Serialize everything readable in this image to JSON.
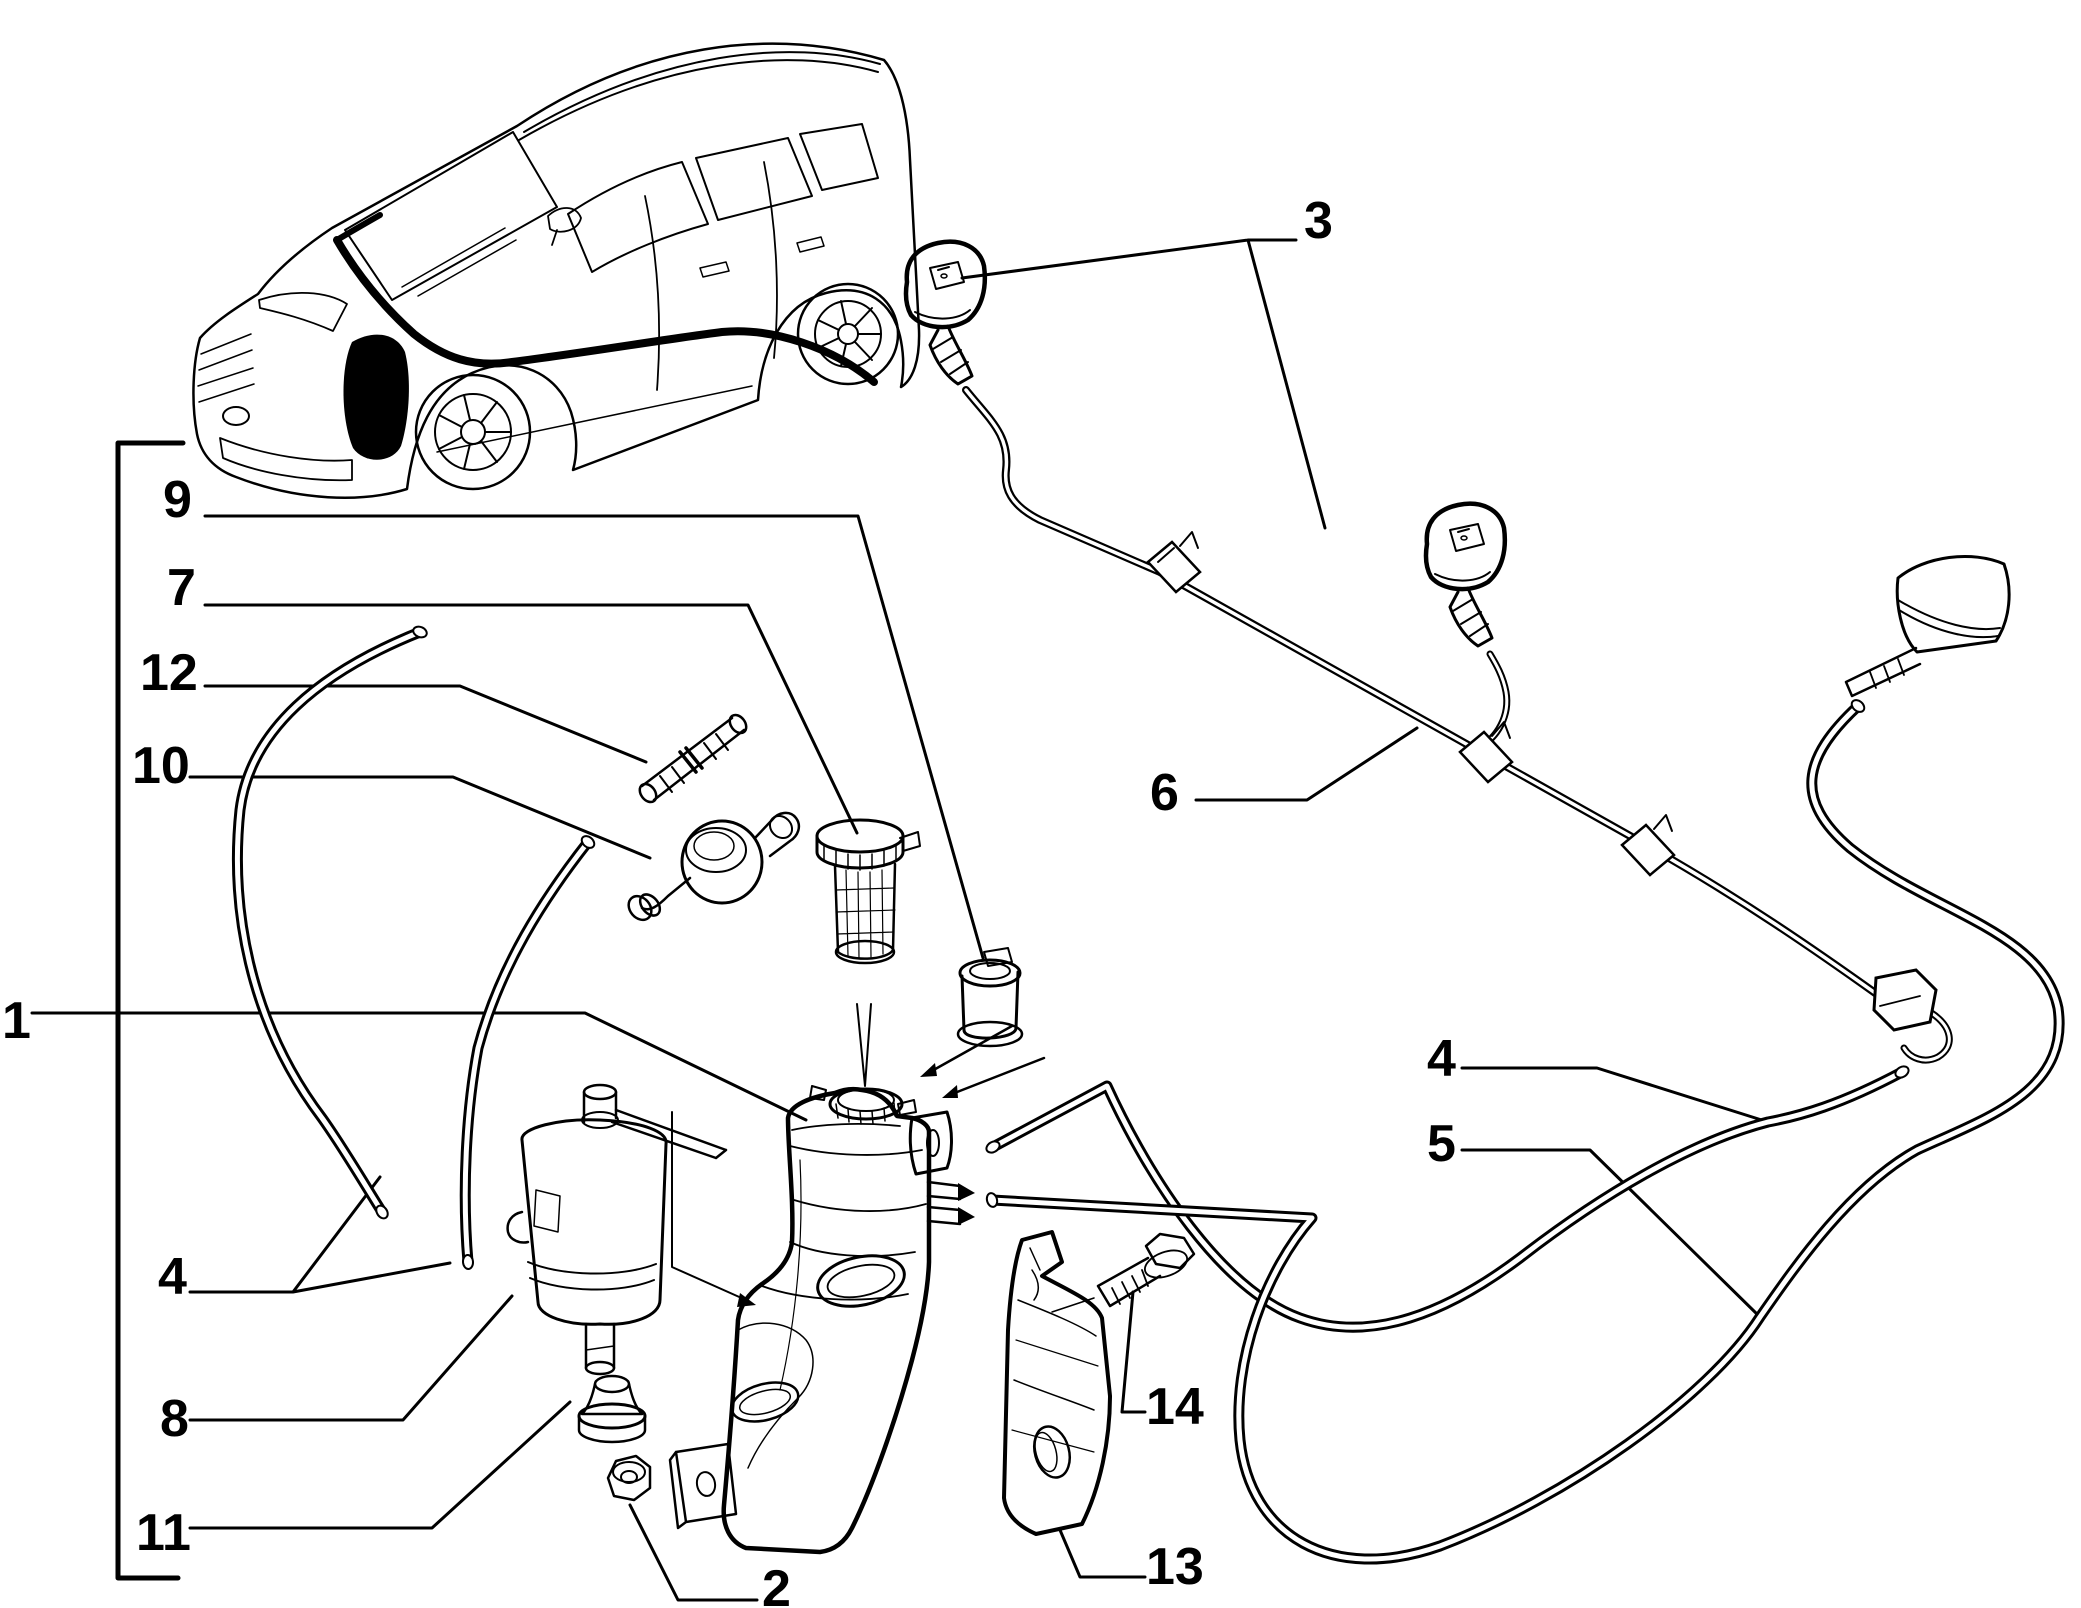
{
  "colors": {
    "background": "#ffffff",
    "line": "#000000"
  },
  "figure_type": "exploded-parts-diagram",
  "callouts": [
    {
      "label": "9"
    },
    {
      "label": "7"
    },
    {
      "label": "12"
    },
    {
      "label": "10"
    },
    {
      "label": "1"
    },
    {
      "label": "4"
    },
    {
      "label": "8"
    },
    {
      "label": "11"
    },
    {
      "label": "2"
    },
    {
      "label": "3"
    },
    {
      "label": "6"
    },
    {
      "label": "4"
    },
    {
      "label": "5"
    },
    {
      "label": "14"
    },
    {
      "label": "13"
    }
  ]
}
